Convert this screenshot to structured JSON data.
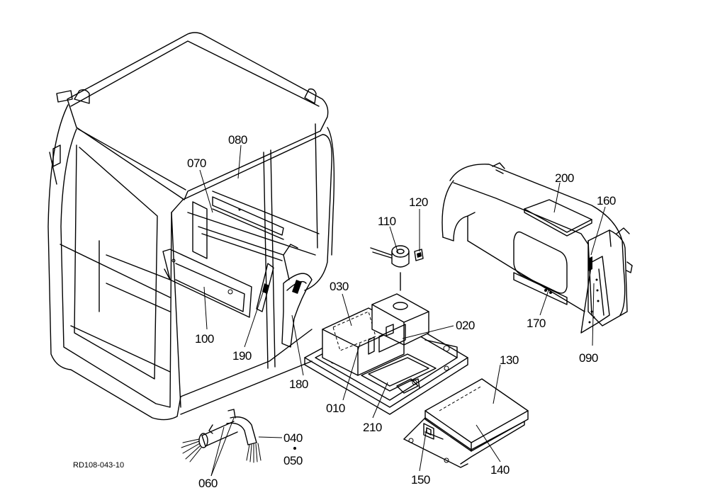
{
  "diagram": {
    "reference_code": "RD108-043-10",
    "labels": {
      "p010": "010",
      "p020": "020",
      "p030": "030",
      "p040": "040",
      "p050": "050",
      "p060": "060",
      "p070": "070",
      "p080": "080",
      "p090": "090",
      "p100": "100",
      "p110": "110",
      "p120": "120",
      "p130": "130",
      "p140": "140",
      "p150": "150",
      "p160": "160",
      "p170": "170",
      "p180": "180",
      "p190": "190",
      "p200": "200",
      "p210": "210"
    },
    "colors": {
      "line": "#000000",
      "background": "#ffffff"
    }
  }
}
